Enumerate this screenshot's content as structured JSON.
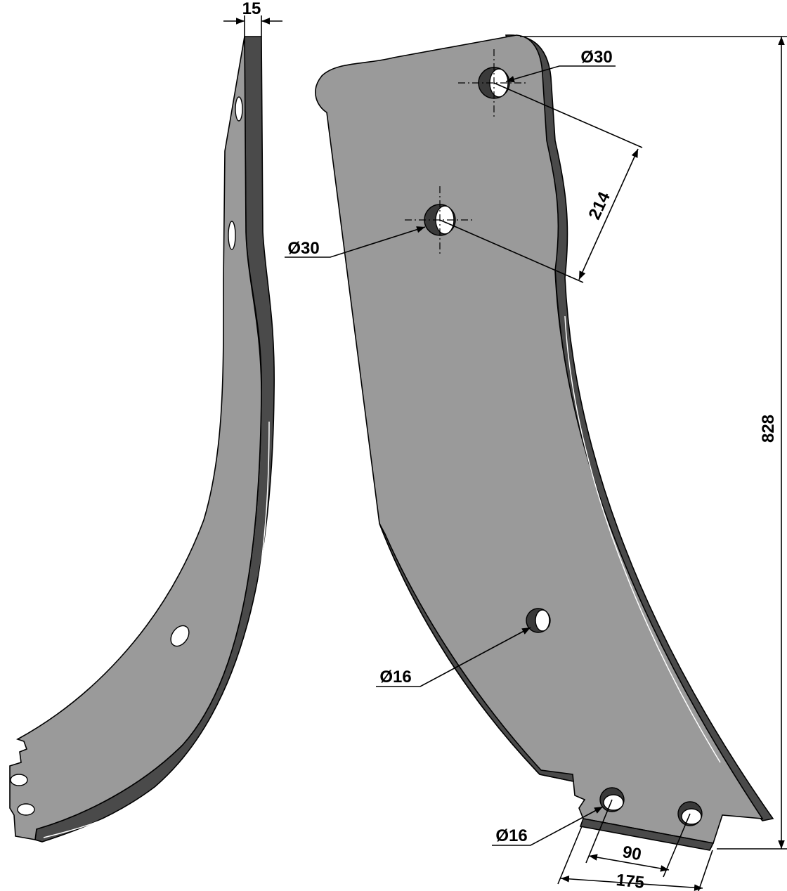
{
  "drawing": {
    "title": "Plough share / tine blade technical drawing",
    "dimensions": {
      "thickness": "15",
      "top_hole_diameter": "Ø30",
      "middle_hole_diameter": "Ø30",
      "hole_spacing": "214",
      "overall_height": "828",
      "lower_hole_diameter": "Ø16",
      "foot_hole_diameter": "Ø16",
      "foot_hole_spacing": "90",
      "foot_width": "175"
    }
  }
}
